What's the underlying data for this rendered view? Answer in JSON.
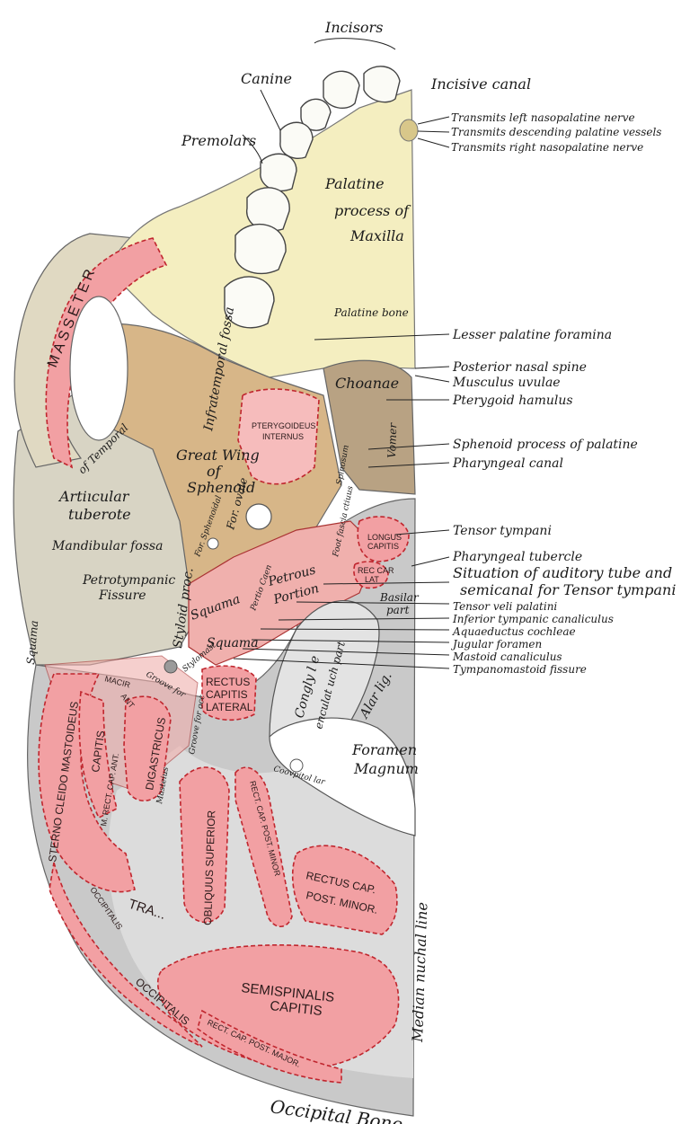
{
  "colors": {
    "maxilla": "#f4eec0",
    "sphenoid": "#d8b88a",
    "temporal": "#d6d2c2",
    "occipital": "#c8c8c8",
    "muscle": "#f2a0a3",
    "muscle_outline": "#c0262e",
    "vomer": "#b59f80",
    "tooth": "#fbfbf6"
  },
  "labels": {
    "incisors": "Incisors",
    "canine": "Canine",
    "premolars": "Premolars",
    "incisive_canal": "Incisive canal",
    "transmits_left": "Transmits left nasopalatine nerve",
    "transmits_desc": "Transmits descending palatine vessels",
    "transmits_right": "Transmits right nasopalatine nerve",
    "palatine_process_1": "Palatine",
    "palatine_process_2": "process of",
    "palatine_process_3": "Maxilla",
    "palatine_bone": "Palatine bone",
    "lesser_palatine": "Lesser palatine foramina",
    "posterior_nasal_spine": "Posterior nasal spine",
    "musculus_uvulae": "Musculus uvulae",
    "pterygoid_hamulus": "Pterygoid hamulus",
    "choanae": "Choanae",
    "vomer": "Vomer",
    "sphenoid_process": "Sphenoid process of palatine",
    "pharyngeal_canal": "Pharyngeal canal",
    "infratemporal_fossa": "Infratemporal fossa",
    "great_wing_1": "Great Wing",
    "great_wing_2": "of",
    "great_wing_3": "Sphenoid",
    "for_ovale": "For. ovale",
    "for_spinosum": "Spinosum",
    "for_sphenoid": "For. Sphenoidal",
    "of_temporal": "of Temporal",
    "articular_1": "Artiıcular",
    "articular_2": "tuberote",
    "mandibular_fossa": "Mandibular fossa",
    "petrotympanic_1": "Petrotympanic",
    "petrotympanic_2": "Fissure",
    "styloid": "Styloid proc.",
    "squama_side": "Squama",
    "squama_1": "Squama",
    "squama_2": "Squama",
    "petrous_1": "Petrous",
    "petrous_2": "Portion",
    "petrous_small": "Pertio Caen",
    "tensor_tympani": "Tensor tympani",
    "pharyngeal_tubercle": "Pharyngeal tubercle",
    "situation_1": "Situation of auditory tube and",
    "situation_2": "semicanal for Tensor tympani",
    "tensor_veli": "Tensor veli palatini",
    "inferior_tympanic": "Inferior tympanic canaliculus",
    "aqueductus": "Aquaeductus cochleae",
    "jugular": "Jugular foramen",
    "mastoid_canaliculus": "Mastoid canaliculus",
    "tympanomastoid": "Tympanomastoid fissure",
    "basilar_1": "Basilar",
    "basilar_2": "part",
    "foot_fascia": "Foot fascia ctiuus",
    "condyle_1": "Congly l e",
    "condyle_2": "enculat uch part",
    "alar_lig": "Alar lig.",
    "foramen_1": "Foramen",
    "foramen_2": "Magnum",
    "coovpitol": "Coovpitol lar",
    "mastoid_notch": "Masteius",
    "groove_occ": "Groove for occ",
    "stylomastoid": "Stylomast",
    "occipital_groove": "Groove for",
    "median_nuchal": "Median nuchal line",
    "occipital_bone": "Occipital Bone",
    "tra": "TRA..."
  },
  "muscles": {
    "masseter": "MASSETER",
    "pterygoideus_1": "PTERYGOIDEUS",
    "pterygoideus_2": "INTERNUS",
    "longus_1": "LONGUS",
    "longus_2": "CAPITIS",
    "rec_cap_lat_1": "REC CAR",
    "rec_cap_lat_2": "LAT",
    "rectus_lateral_1": "RECTUS",
    "rectus_lateral_2": "CAPITIS",
    "rectus_lateral_3": "LATERAL",
    "sterno": "STERNO CLEIDO MASTOIDEUS",
    "capitis": "CAPITIS",
    "m_rect_cap_ant": "M. RECT. CAP. ANT.",
    "digastricus": "DIGASTRICUS",
    "macir": "MACIR",
    "ant": "ANT",
    "obliquus": "OBLIQUUS SUPERIOR",
    "rect_cap_post_minor_v": "RECT. CAP. POST. MINOR",
    "rectus_cap_1": "RECTUS CAP.",
    "rectus_cap_2": "POST. MINOR.",
    "semispinalis_1": "SEMISPINALIS",
    "semispinalis_2": "CAPITIS",
    "occipitalis_1": "OCCIPITALIS",
    "occipitalis_2": "OCCIPITALIS",
    "rect_cap_post_major": "RECT. CAP. POST. MAJOR."
  }
}
